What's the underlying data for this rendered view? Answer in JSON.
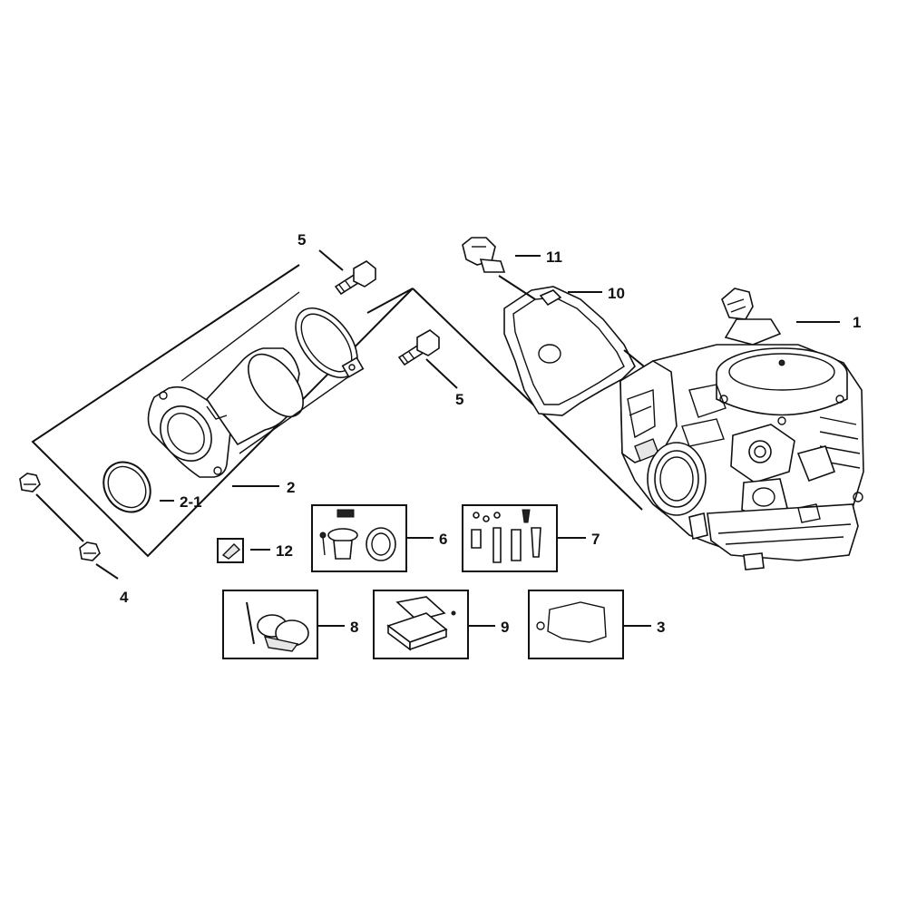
{
  "callouts": {
    "c1": "1",
    "c2": "2",
    "c2_1": "2-1",
    "c3": "3",
    "c4": "4",
    "c5_top": "5",
    "c5_mid": "5",
    "c6": "6",
    "c7": "7",
    "c8": "8",
    "c9": "9",
    "c10": "10",
    "c11": "11",
    "c12": "12"
  }
}
